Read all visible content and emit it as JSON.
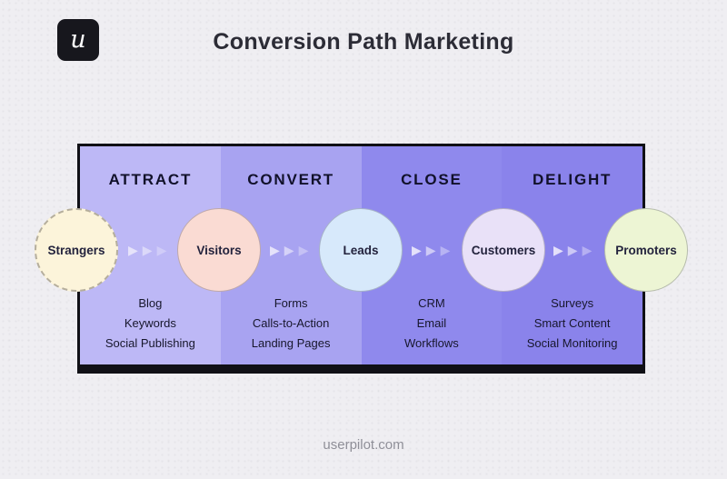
{
  "page": {
    "title": "Conversion Path Marketing",
    "footer": "userpilot.com",
    "logo_letter": "u"
  },
  "funnel": {
    "arrow_color": "#e9e6fb",
    "frame_color": "#101016",
    "stages": [
      {
        "label": "ATTRACT",
        "color": "#bdb8f6",
        "items": [
          "Blog",
          "Keywords",
          "Social Publishing"
        ]
      },
      {
        "label": "CONVERT",
        "color": "#a8a3f1",
        "items": [
          "Forms",
          "Calls-to-Action",
          "Landing Pages"
        ]
      },
      {
        "label": "CLOSE",
        "color": "#8f89ed",
        "items": [
          "CRM",
          "Email",
          "Workflows"
        ]
      },
      {
        "label": "DELIGHT",
        "color": "#8a83eb",
        "items": [
          "Surveys",
          "Smart Content",
          "Social Monitoring"
        ]
      }
    ],
    "personas": [
      {
        "label": "Strangers",
        "color": "#fcf4da",
        "border": "dashed"
      },
      {
        "label": "Visitors",
        "color": "#fadbd3"
      },
      {
        "label": "Leads",
        "color": "#d7e9fb"
      },
      {
        "label": "Customers",
        "color": "#e9e1f8"
      },
      {
        "label": "Promoters",
        "color": "#edf5d4"
      }
    ]
  }
}
